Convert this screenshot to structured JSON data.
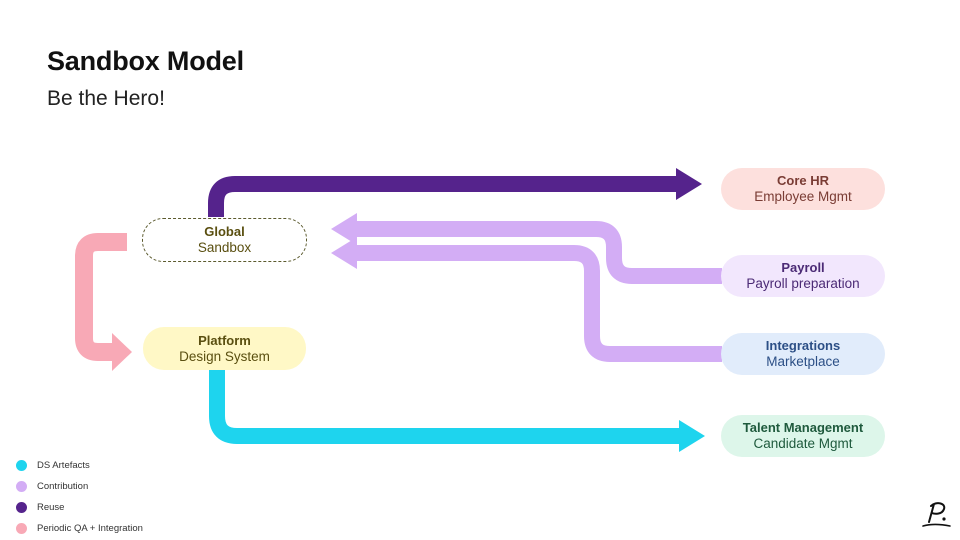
{
  "title": "Sandbox Model",
  "subtitle": "Be the Hero!",
  "nodes": {
    "global": {
      "name": "Global",
      "sub": "Sandbox"
    },
    "platform": {
      "name": "Platform",
      "sub": "Design System"
    },
    "core_hr": {
      "name": "Core HR",
      "sub": "Employee Mgmt"
    },
    "payroll": {
      "name": "Payroll",
      "sub": "Payroll preparation"
    },
    "integrations": {
      "name": "Integrations",
      "sub": "Marketplace"
    },
    "talent": {
      "name": "Talent Management",
      "sub": "Candidate Mgmt"
    }
  },
  "legend": [
    {
      "label": "DS Artefacts",
      "color": "#1ed4ee"
    },
    {
      "label": "Contribution",
      "color": "#d3adf5"
    },
    {
      "label": "Reuse",
      "color": "#55238c"
    },
    {
      "label": "Periodic QA + Integration",
      "color": "#f8a9b6"
    }
  ],
  "colors": {
    "ds_artefacts": "#1ed4ee",
    "contribution": "#d3adf5",
    "reuse": "#55238c",
    "qa_integration": "#f8a9b6"
  },
  "icons": {
    "logo": "signature-logo-icon"
  }
}
